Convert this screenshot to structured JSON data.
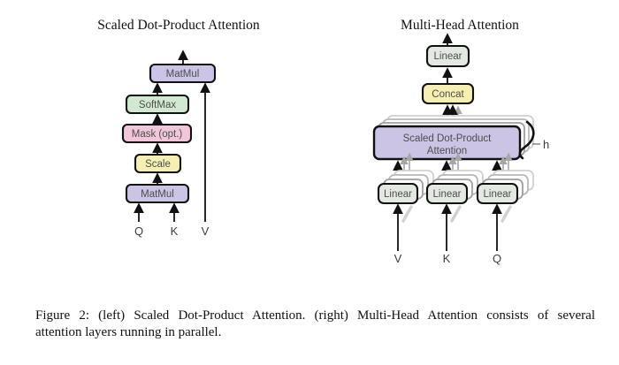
{
  "left": {
    "title": "Scaled Dot-Product Attention",
    "matmul_top": "MatMul",
    "softmax": "SoftMax",
    "mask": "Mask (opt.)",
    "scale": "Scale",
    "matmul_bottom": "MatMul",
    "input_q": "Q",
    "input_k": "K",
    "input_v": "V"
  },
  "right": {
    "title": "Multi-Head Attention",
    "linear_out": "Linear",
    "concat": "Concat",
    "sdpa_line1": "Scaled Dot-Product",
    "sdpa_line2": "Attention",
    "heads_label": "h",
    "linear_v": "Linear",
    "linear_k": "Linear",
    "linear_q": "Linear",
    "input_v": "V",
    "input_k": "K",
    "input_q": "Q"
  },
  "caption": {
    "line1": "Figure 2: (left) Scaled Dot-Product Attention. (right) Multi-Head Attention consists of several",
    "line2": "attention layers running in parallel."
  },
  "colors": {
    "lavender": "#cbc4e5",
    "green": "#d2e9d1",
    "pink": "#f2c6da",
    "yellow": "#f6efb2",
    "panel_gray": "#e4e8e3",
    "border": "#111111",
    "box_text": "#4d4d4d"
  }
}
